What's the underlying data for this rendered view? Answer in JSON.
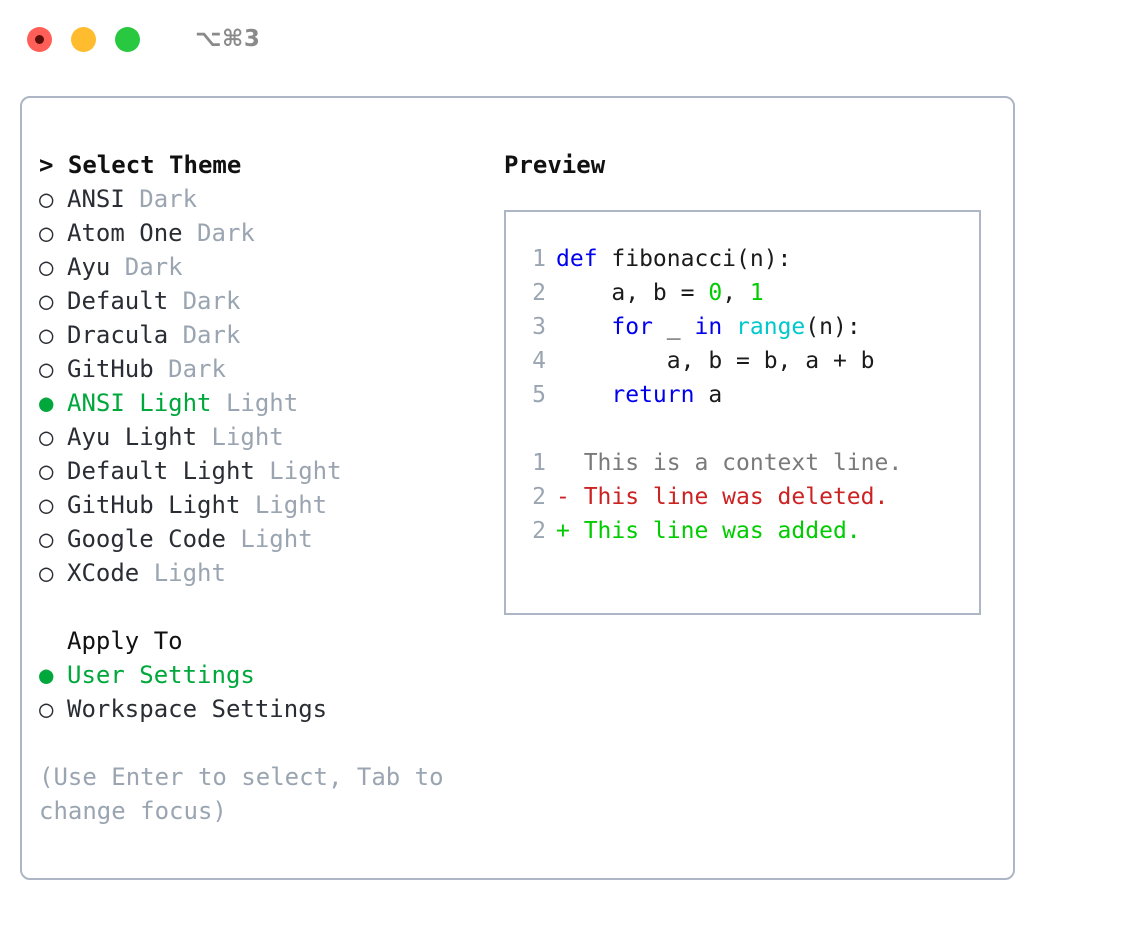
{
  "titlebar": {
    "shortcut": "⌥⌘3",
    "lights": [
      "close-red",
      "minimize-yellow",
      "maximize-green"
    ]
  },
  "theme_panel": {
    "header": "> Select Theme",
    "options": [
      {
        "bullet": "○",
        "label": "ANSI",
        "variant": "Dark",
        "selected": false
      },
      {
        "bullet": "○",
        "label": "Atom One",
        "variant": "Dark",
        "selected": false
      },
      {
        "bullet": "○",
        "label": "Ayu",
        "variant": "Dark",
        "selected": false
      },
      {
        "bullet": "○",
        "label": "Default",
        "variant": "Dark",
        "selected": false
      },
      {
        "bullet": "○",
        "label": "Dracula",
        "variant": "Dark",
        "selected": false
      },
      {
        "bullet": "○",
        "label": "GitHub",
        "variant": "Dark",
        "selected": false
      },
      {
        "bullet": "●",
        "label": "ANSI Light",
        "variant": "Light",
        "selected": true
      },
      {
        "bullet": "○",
        "label": "Ayu Light",
        "variant": "Light",
        "selected": false
      },
      {
        "bullet": "○",
        "label": "Default Light",
        "variant": "Light",
        "selected": false
      },
      {
        "bullet": "○",
        "label": "GitHub Light",
        "variant": "Light",
        "selected": false
      },
      {
        "bullet": "○",
        "label": "Google Code",
        "variant": "Light",
        "selected": false
      },
      {
        "bullet": "○",
        "label": "XCode",
        "variant": "Light",
        "selected": false
      }
    ]
  },
  "apply_to": {
    "header": "Apply To",
    "options": [
      {
        "bullet": "●",
        "label": "User Settings",
        "selected": true
      },
      {
        "bullet": "○",
        "label": "Workspace Settings",
        "selected": false
      }
    ]
  },
  "hint": "(Use Enter to select, Tab to change focus)",
  "preview": {
    "title": "Preview",
    "code_lines": [
      {
        "no": "1",
        "tokens": [
          {
            "t": "def ",
            "c": "kw"
          },
          {
            "t": "fibonacci(n):",
            "c": "id"
          }
        ]
      },
      {
        "no": "2",
        "tokens": [
          {
            "t": "    a, b = ",
            "c": "id"
          },
          {
            "t": "0",
            "c": "num"
          },
          {
            "t": ", ",
            "c": "id"
          },
          {
            "t": "1",
            "c": "num"
          }
        ]
      },
      {
        "no": "3",
        "tokens": [
          {
            "t": "    ",
            "c": "id"
          },
          {
            "t": "for",
            "c": "kw"
          },
          {
            "t": " _ ",
            "c": "id"
          },
          {
            "t": "in",
            "c": "kw"
          },
          {
            "t": " ",
            "c": "id"
          },
          {
            "t": "range",
            "c": "fn"
          },
          {
            "t": "(n):",
            "c": "id"
          }
        ]
      },
      {
        "no": "4",
        "tokens": [
          {
            "t": "        a, b = b, a + b",
            "c": "id"
          }
        ]
      },
      {
        "no": "5",
        "tokens": [
          {
            "t": "    ",
            "c": "id"
          },
          {
            "t": "return",
            "c": "kw"
          },
          {
            "t": " a",
            "c": "id"
          }
        ]
      }
    ],
    "diff_lines": [
      {
        "no": "1",
        "tokens": [
          {
            "t": "  This is a context line.",
            "c": "ctx"
          }
        ]
      },
      {
        "no": "2",
        "tokens": [
          {
            "t": "- This line was deleted.",
            "c": "del"
          }
        ]
      },
      {
        "no": "2",
        "tokens": [
          {
            "t": "+ This line was added.",
            "c": "add"
          }
        ]
      }
    ]
  },
  "colors": {
    "accent_green": "#00a83c",
    "muted_gray": "#9aa5b1",
    "border": "#adb6c4",
    "keyword_blue": "#0000ee",
    "function_cyan": "#00c8cd",
    "number_green": "#00cc00",
    "diff_removed": "#cc2222",
    "diff_added": "#00cc00",
    "light_red": "#ff5f57",
    "light_yellow": "#febc2e",
    "light_green": "#28c840"
  }
}
